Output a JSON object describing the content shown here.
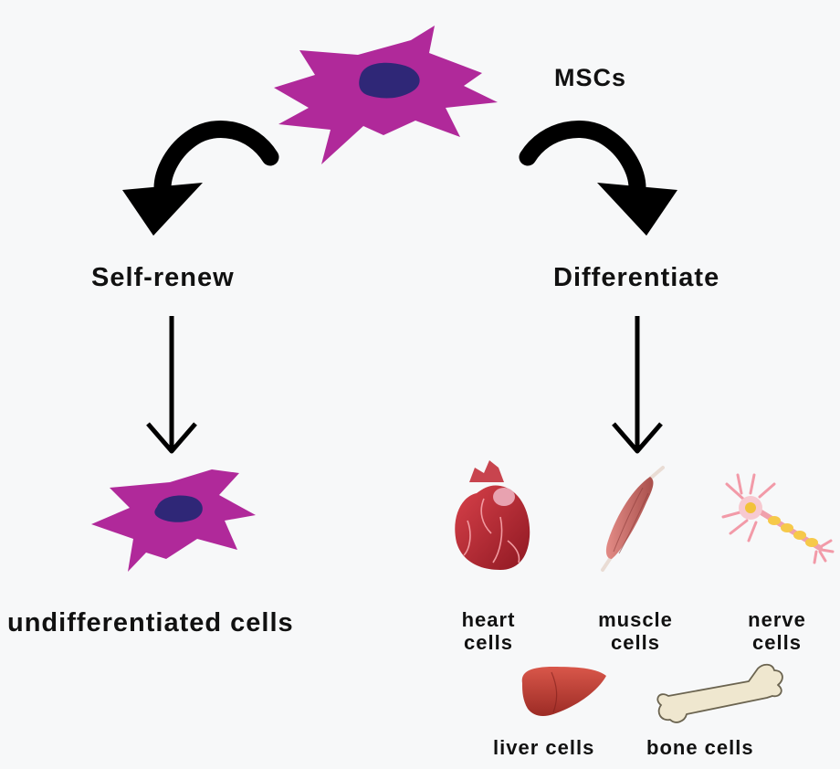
{
  "labels": {
    "top": "MSCs",
    "left_branch": "Self-renew",
    "right_branch": "Differentiate",
    "left_result": "undifferentiated cells",
    "heart": [
      "heart",
      "cells"
    ],
    "muscle": [
      "muscle",
      "cells"
    ],
    "nerve": [
      "nerve",
      "cells"
    ],
    "liver": "liver cells",
    "bone": "bone cells"
  },
  "colors": {
    "cell_body": "#b0299a",
    "nucleus": "#2f2777",
    "arrow": "#000000",
    "heart": "#b3222c",
    "muscle": "#c96a66",
    "nerve_soma": "#f7c9d0",
    "liver": "#c7443a",
    "bone": "#efe7cf"
  }
}
